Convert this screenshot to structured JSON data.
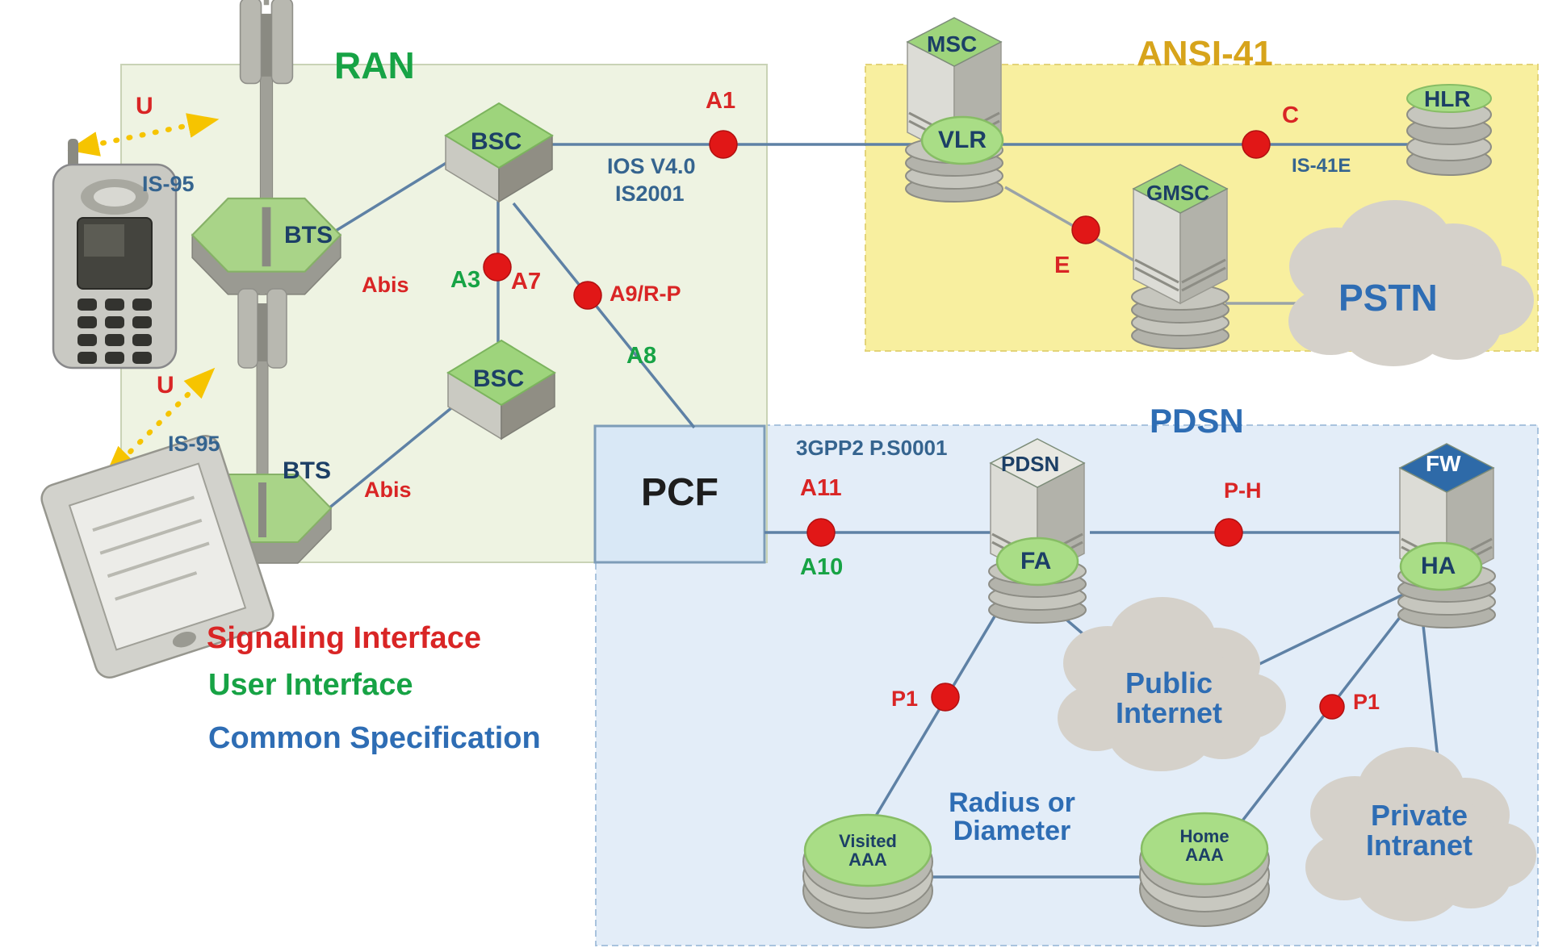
{
  "regions": {
    "ran": "RAN",
    "ansi41": "ANSI-41",
    "pdsn": "PDSN"
  },
  "nodes": {
    "bts1": "BTS",
    "bts2": "BTS",
    "bsc1": "BSC",
    "bsc2": "BSC",
    "msc": "MSC",
    "vlr": "VLR",
    "gmsc": "GMSC",
    "hlr": "HLR",
    "pcf": "PCF",
    "pdsn": "PDSN",
    "fa": "FA",
    "fw": "FW",
    "ha": "HA",
    "visited_aaa1": "Visited",
    "visited_aaa2": "AAA",
    "home_aaa1": "Home",
    "home_aaa2": "AAA"
  },
  "clouds": {
    "pstn": "PSTN",
    "public1": "Public",
    "public2": "Internet",
    "private1": "Private",
    "private2": "Intranet"
  },
  "interfaces": {
    "u1": "U",
    "is95_1": "IS-95",
    "u2": "U",
    "is95_2": "IS-95",
    "abis1": "Abis",
    "abis2": "Abis",
    "a1": "A1",
    "a3": "A3",
    "a7": "A7",
    "a9rp": "A9/R-P",
    "a8": "A8",
    "ios": "IOS V4.0",
    "is2001": "IS2001",
    "c": "C",
    "is41e": "IS-41E",
    "e": "E",
    "gpp2": "3GPP2 P.S0001",
    "a11": "A11",
    "a10": "A10",
    "ph": "P-H",
    "p1a": "P1",
    "p1b": "P1"
  },
  "texts": {
    "radius1": "Radius or",
    "radius2": "Diameter"
  },
  "legend": {
    "signaling": "Signaling Interface",
    "user": "User Interface",
    "common": "Common Specification"
  },
  "colors": {
    "signaling_red": "#d92525",
    "user_green": "#17a345",
    "common_blue": "#2e6db4",
    "ansi41_gold": "#d7a41b",
    "node_navy": "#1c3f66",
    "line_blue": "#5e81a5",
    "dot_red": "#e11717",
    "arrow_yellow": "#f6c400",
    "ran_fill": "#eef3e2",
    "ansi41_fill": "#f8ef9f",
    "pdsn_fill": "#e3edf8",
    "pcf_fill": "#d9e8f6"
  }
}
